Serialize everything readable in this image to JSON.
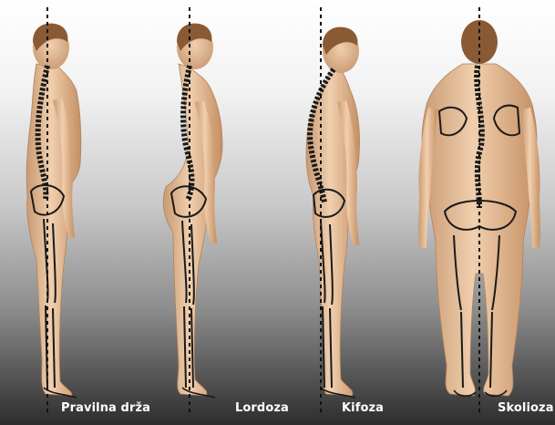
{
  "figures": [
    {
      "label": "Pravilna drža"
    },
    {
      "label": "Lordoza"
    },
    {
      "label": "Kifoza"
    },
    {
      "label": "Skolioza"
    }
  ],
  "colors": {
    "skin": "#e8c3a0",
    "skin_shadow": "#c99a72",
    "hair": "#8a5a35",
    "bone_outline": "#1a1a1a",
    "plumb_line": "#111111",
    "label_text": "#ffffff"
  },
  "icons": [
    "human-side-view-figure",
    "human-back-view-figure",
    "spine-drawing",
    "plumb-line"
  ]
}
